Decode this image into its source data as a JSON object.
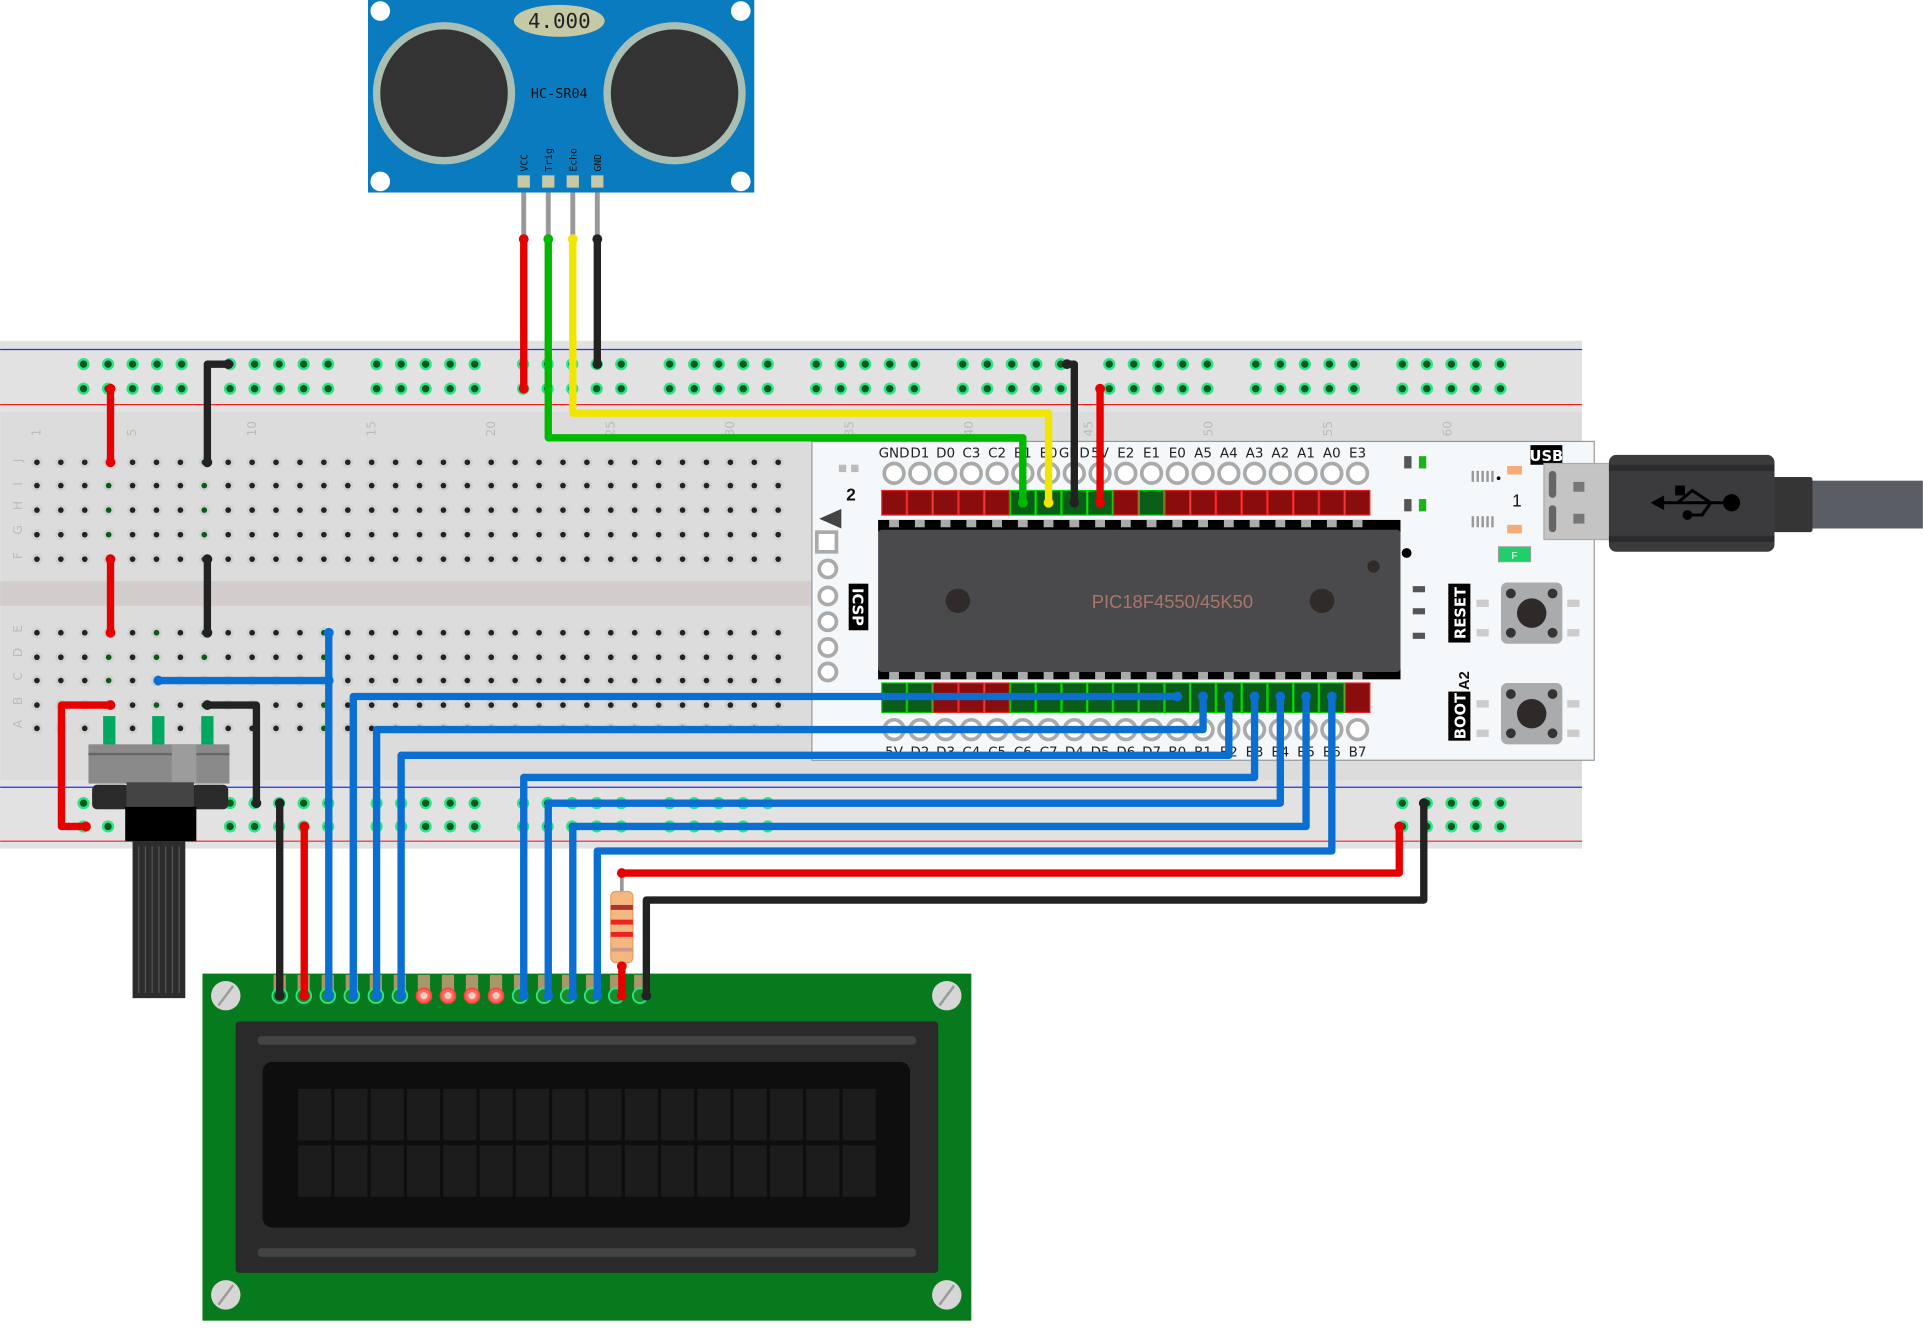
{
  "diagram": {
    "type": "breadboard-wiring",
    "components": {
      "ultrasonic_sensor": {
        "model": "HC-SR04",
        "display_value": "4.000",
        "pins": [
          "VCC",
          "Trig",
          "Echo",
          "GND"
        ]
      },
      "microcontroller_board": {
        "chip_label": "PIC18F4550/45K50",
        "icsp_label": "ICSP",
        "usb_label": "USB",
        "reset_label": "RESET",
        "boot_label": "BOOT",
        "boot_pin_label": "A2",
        "header_number": "2",
        "led_label": "F",
        "jumper_label": "1",
        "top_pins": [
          "GND",
          "D1",
          "D0",
          "C3",
          "C2",
          "B1",
          "B0",
          "GND",
          "5V",
          "E2",
          "E1",
          "E0",
          "A5",
          "A4",
          "A3",
          "A2",
          "A1",
          "A0",
          "E3"
        ],
        "bottom_pins": [
          "5V",
          "D2",
          "D3",
          "C4",
          "C5",
          "C6",
          "C7",
          "D4",
          "D5",
          "D6",
          "D7",
          "B0",
          "B1",
          "B2",
          "B3",
          "B4",
          "B5",
          "B6",
          "B7"
        ]
      },
      "breadboard": {
        "row_labels_top": [
          "J",
          "I",
          "H",
          "G",
          "F"
        ],
        "row_labels_bottom": [
          "E",
          "D",
          "C",
          "B",
          "A"
        ],
        "column_numbers": [
          "1",
          "5",
          "10",
          "15",
          "20",
          "25",
          "30",
          "35",
          "40",
          "45",
          "50",
          "55",
          "60"
        ]
      },
      "lcd": {
        "type": "16x2 character LCD",
        "columns": 16,
        "rows": 2,
        "pin_count": 16
      },
      "potentiometer": {
        "type": "rotary potentiometer"
      },
      "resistor": {
        "type": "resistor"
      },
      "usb_cable": {
        "type": "micro-USB cable"
      }
    },
    "colors": {
      "sensor_board": "#0a7bbf",
      "lcd_pcb": "#077a1e",
      "wire_red": "#e60000",
      "wire_black": "#222222",
      "wire_green": "#00b800",
      "wire_yellow": "#f2e600",
      "wire_blue": "#0a6fd1",
      "breadboard": "#dddddd",
      "chip": "#4a4a4c"
    }
  }
}
